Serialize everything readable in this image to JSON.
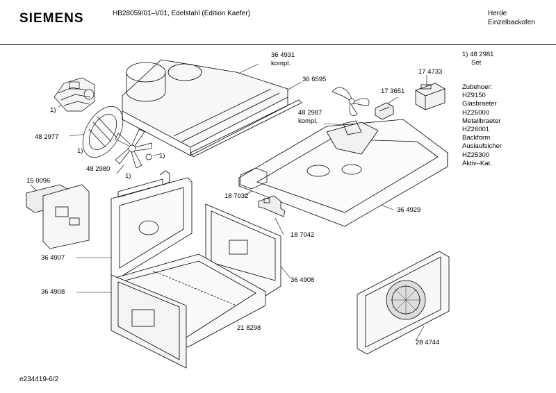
{
  "header": {
    "brand": "SIEMENS",
    "model": "HB28059/01–V01, Edelstahl (Edition Kaefer)",
    "category_line1": "Herde",
    "category_line2": "Einzelbackofen"
  },
  "footnote": {
    "line1": "1) 48 2981",
    "line2": "Set"
  },
  "accessories": {
    "title": "Zubehoer:",
    "items": [
      "HZ9150",
      "Glasbraeter",
      "HZ26000",
      "Metallbraeter",
      "HZ26001",
      "Backform",
      "Auslaufsicher",
      "HZ25300",
      "Aktiv–Kat."
    ]
  },
  "parts": {
    "p364931": "36 4931",
    "p364931_note": "kompl.",
    "p366595": "36 6595",
    "p174733": "17 4733",
    "p173651": "17 3651",
    "p482987": "48 2987",
    "p482987_note": "kompl.",
    "p482977": "48 2977",
    "p482980": "48 2980",
    "p150096": "15 0096",
    "p187032": "18 7032",
    "p187042": "18 7042",
    "p364929": "36 4929",
    "p364907": "36 4907",
    "p364908a": "36 4908",
    "p364908b": "36 4908",
    "p218298": "21 8298",
    "p284744": "28 4744"
  },
  "refs": {
    "r1": "1)",
    "r2": "1)",
    "r3": "1)",
    "r4": "1)"
  },
  "doc_id": "e234419-6/2"
}
